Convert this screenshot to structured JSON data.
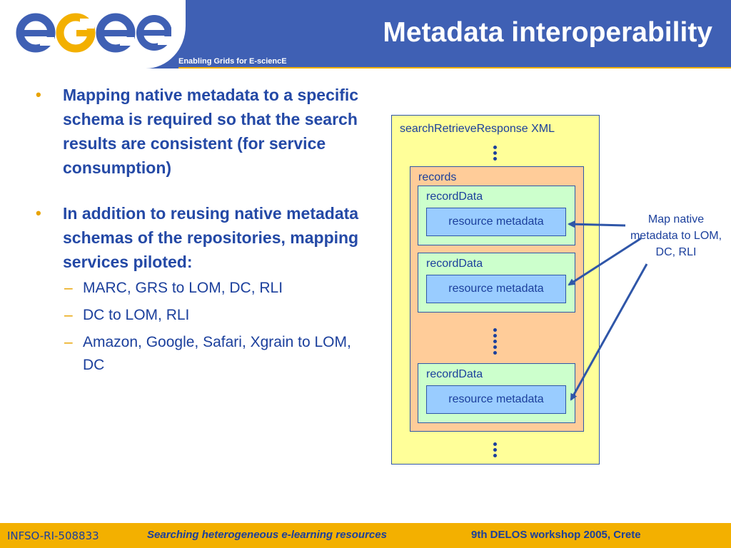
{
  "header": {
    "title": "Metadata interoperability",
    "tagline": "Enabling Grids for E-sciencE",
    "logo": {
      "icon": "egee-logo",
      "text": "egee",
      "colors": {
        "blue": "#3f60b4",
        "orange": "#f3b000"
      }
    }
  },
  "bullets": [
    {
      "text": "Mapping native metadata  to a specific schema is required so that the search results are consistent (for service consumption)",
      "sub_items": []
    },
    {
      "text": "In addition to reusing native metadata schemas of the repositories, mapping services piloted:",
      "sub_items": [
        "MARC, GRS to LOM, DC, RLI",
        "DC to LOM, RLI",
        "Amazon, Google, Safari, Xgrain to LOM, DC"
      ]
    }
  ],
  "diagram": {
    "outer_label": "searchRetrieveResponse XML",
    "records_label": "records",
    "record_data": [
      {
        "label": "recordData",
        "inner": "resource metadata"
      },
      {
        "label": "recordData",
        "inner": "resource metadata"
      },
      {
        "label": "recordData",
        "inner": "resource metadata"
      }
    ],
    "note": "Map native metadata to LOM, DC, RLI"
  },
  "footer": {
    "code": "INFSO-RI-508833",
    "title": "Searching heterogeneous e-learning resources",
    "event": "9th DELOS workshop  2005, Crete"
  },
  "colors": {
    "header_blue": "#3f60b4",
    "accent_orange": "#f3b000",
    "text_blue": "#2449a6",
    "outer_box": "#ffff99",
    "records_box": "#ffcc99",
    "recorddata_box": "#ccffcc",
    "resource_box": "#99ccff"
  }
}
